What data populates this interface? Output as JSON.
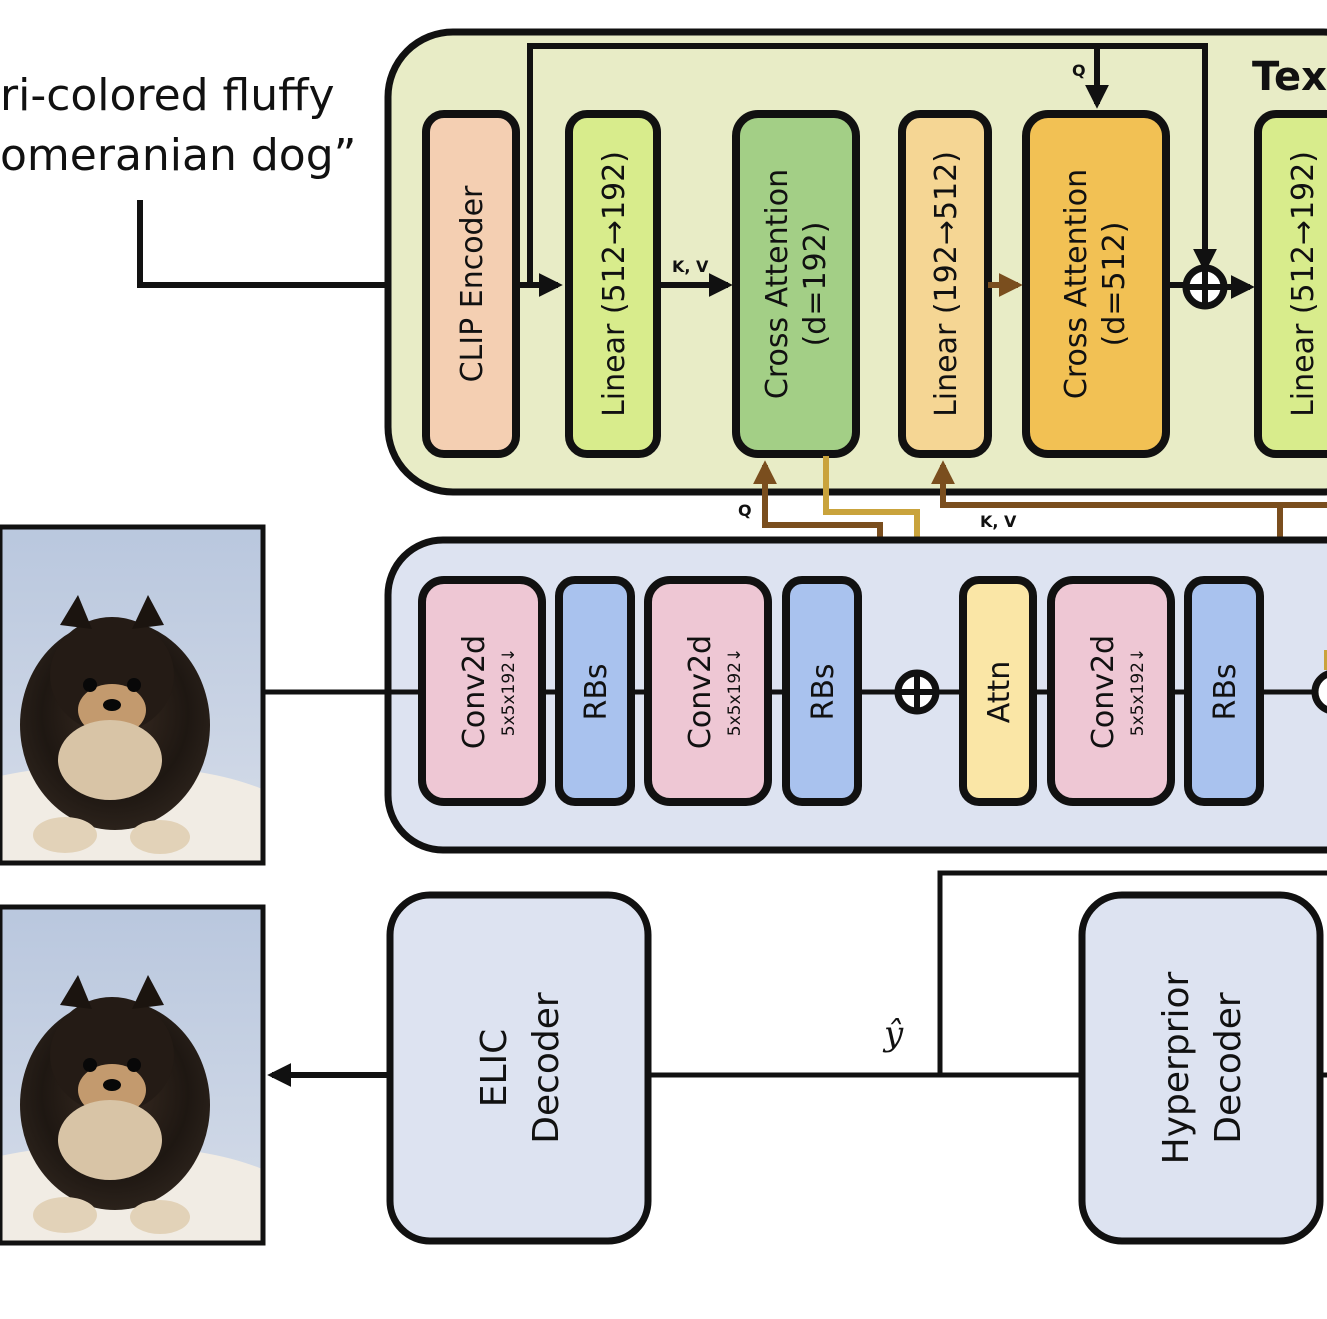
{
  "prompt": {
    "line1": "ri-colored fluffy",
    "line2": "omeranian dog”"
  },
  "text_module": {
    "title": "Tex",
    "clip": "CLIP Encoder",
    "linear1": "Linear (512→192)",
    "kv": "K, V",
    "cross1": {
      "line1": "Cross Attention",
      "line2": "(d=192)"
    },
    "linear2": "Linear (192→512)",
    "cross2": {
      "line1": "Cross Attention",
      "line2": "(d=512)"
    },
    "linear3": "Linear (512→192)",
    "q_top": "Q",
    "plus": "+"
  },
  "links": {
    "q": "Q",
    "kv": "K, V"
  },
  "image_encoder": {
    "conv1": {
      "name": "Conv2d",
      "spec": "5x5x192↓"
    },
    "rbs1": "RBs",
    "conv2": {
      "name": "Conv2d",
      "spec": "5x5x192↓"
    },
    "rbs2": "RBs",
    "attn": "Attn",
    "conv3": {
      "name": "Conv2d",
      "spec": "5x5x192↓"
    },
    "rbs3": "RBs"
  },
  "decoder": {
    "elic": {
      "line1": "ELIC",
      "line2": "Decoder"
    },
    "yhat": "ŷ",
    "hyperprior": {
      "line1": "Hyperprior",
      "line2": "Decoder"
    }
  },
  "colors": {
    "text_panel": "#e8ecc6",
    "image_panel": "#dde3f1",
    "clip": "#f4cfb2",
    "linear_green": "#d8ec8c",
    "cross_green": "#a3cf86",
    "linear_orange": "#f5d694",
    "cross_orange": "#f2c154",
    "conv": "#eec7d4",
    "rbs": "#a9c2ee",
    "attn": "#fae6a6",
    "decoder": "#dde3f1",
    "brown": "#7a4e1e",
    "gold": "#c9a33c"
  }
}
